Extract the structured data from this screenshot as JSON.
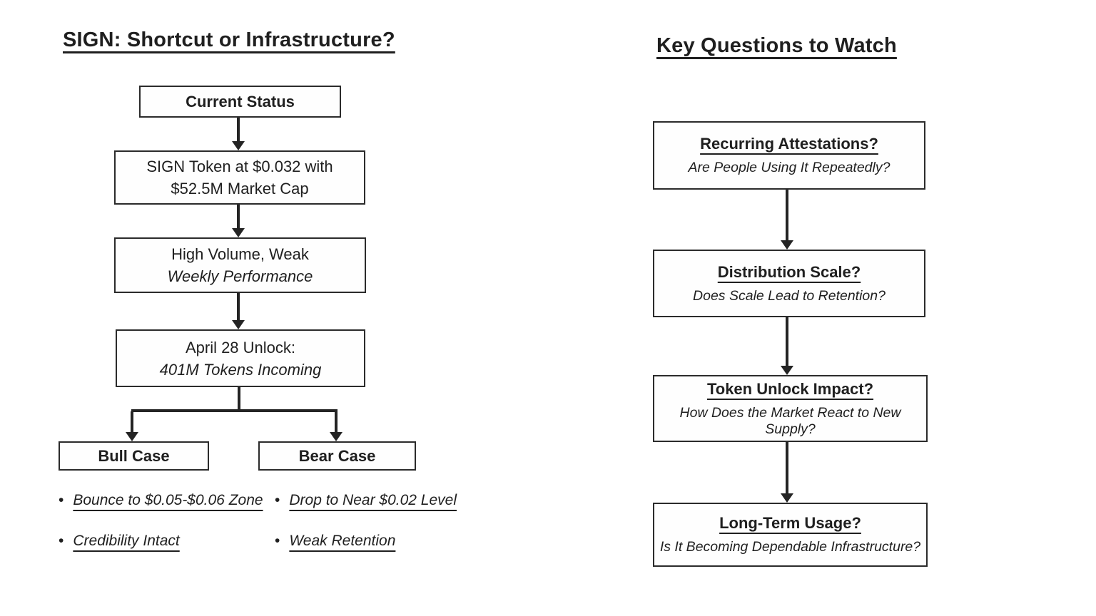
{
  "left": {
    "title": "SIGN: Shortcut or Infrastructure?",
    "box_current_status": "Current Status",
    "box_token_line1": "SIGN Token at $0.032 with",
    "box_token_line2": "$52.5M Market Cap",
    "box_volume_line1": "High Volume, Weak",
    "box_volume_line2": "Weekly Performance",
    "box_unlock_line1": "April 28 Unlock:",
    "box_unlock_line2": "401M Tokens Incoming",
    "bull_label": "Bull Case",
    "bear_label": "Bear Case",
    "bull_points": [
      "Bounce to $0.05-$0.06 Zone",
      "Credibility Intact"
    ],
    "bear_points": [
      "Drop to Near $0.02 Level",
      "Weak Retention"
    ]
  },
  "right": {
    "title": "Key Questions to Watch",
    "questions": [
      {
        "heading": "Recurring Attestations?",
        "sub": "Are People Using It Repeatedly?"
      },
      {
        "heading": "Distribution Scale?",
        "sub": "Does Scale Lead to Retention?"
      },
      {
        "heading": "Token Unlock Impact?",
        "sub": "How Does the Market React to New Supply?"
      },
      {
        "heading": "Long-Term Usage?",
        "sub": "Is It Becoming Dependable Infrastructure?"
      }
    ]
  },
  "colors": {
    "ink": "#1f1f1f",
    "border": "#2b2b2b",
    "background": "#ffffff"
  }
}
